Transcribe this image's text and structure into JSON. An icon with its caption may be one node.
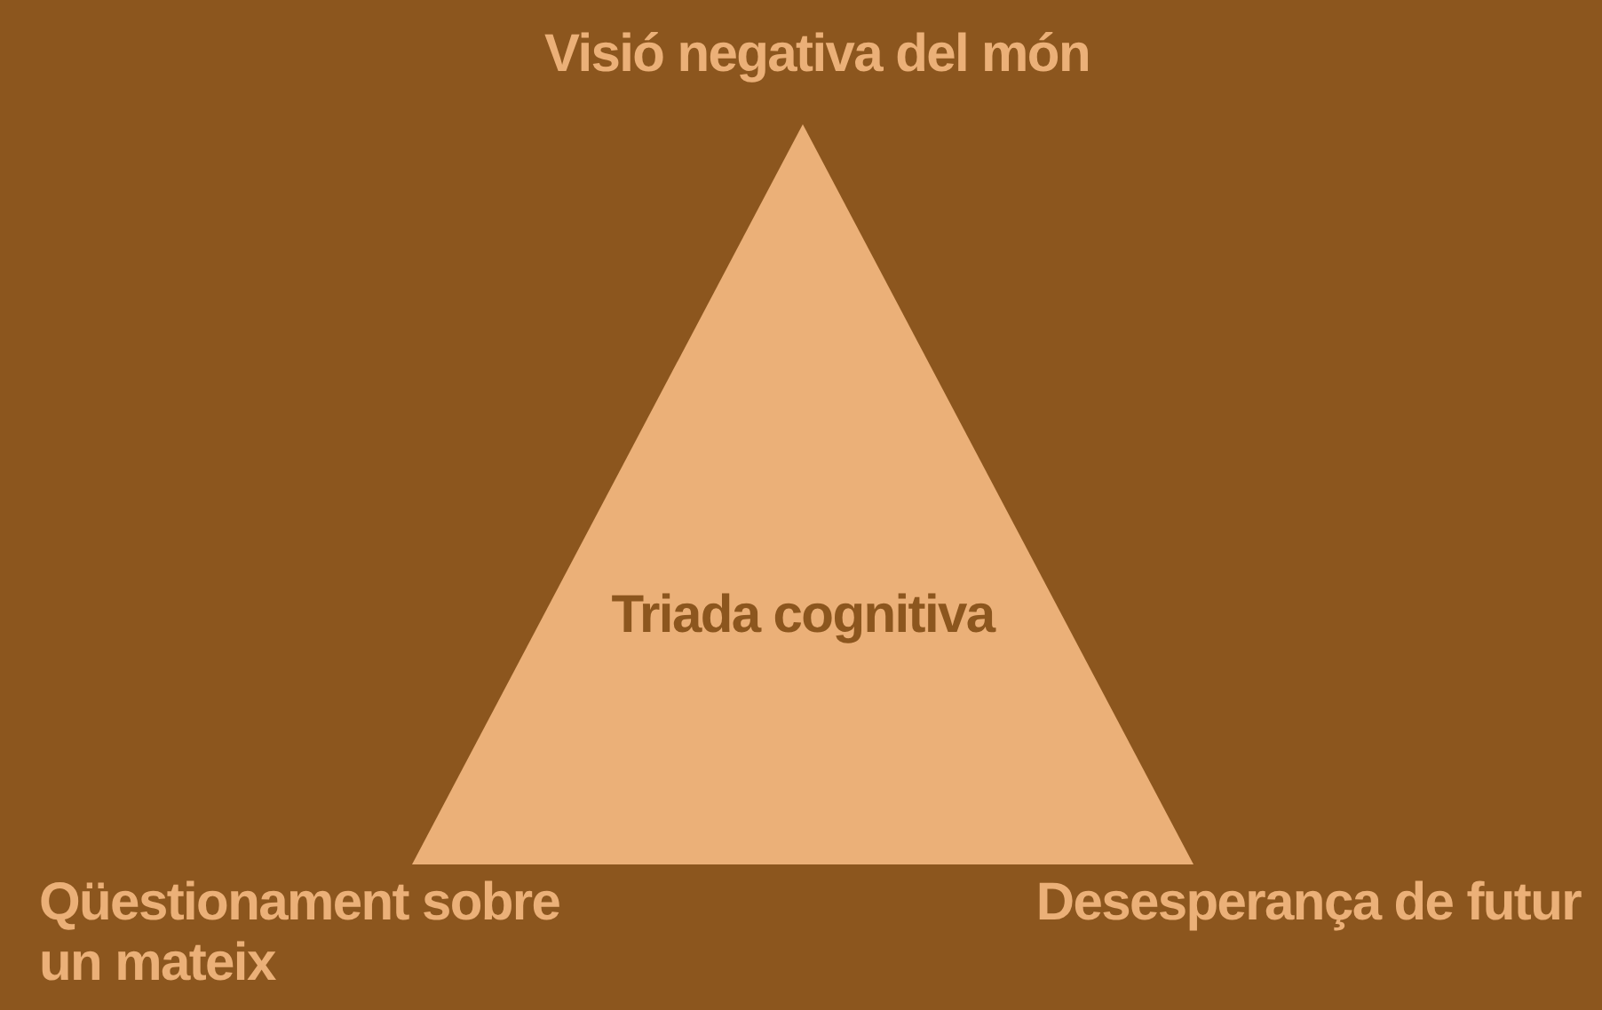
{
  "diagram": {
    "nodes": [
      {
        "text": [
          "Triada cognitiva"
        ],
        "beside": [
          "Visió negativa del món",
          "Qüestionament sobre un mateix",
          "Desesperança de futur"
        ]
      }
    ]
  }
}
